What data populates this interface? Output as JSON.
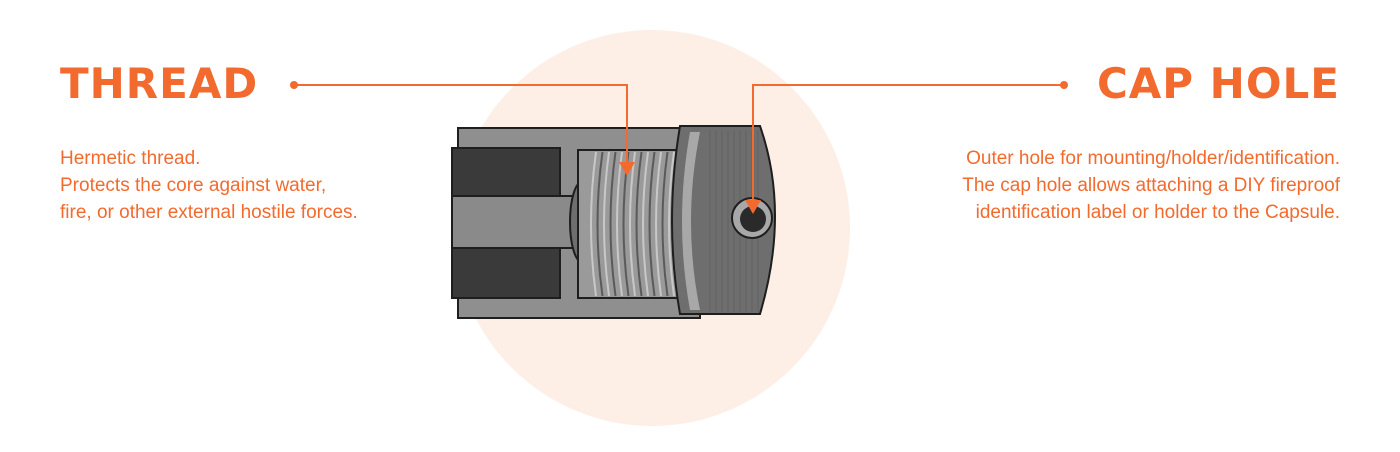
{
  "colors": {
    "accent": "#F26A2E",
    "halo": "#FDEEE6",
    "metal_dark": "#3A3A3A",
    "metal_mid": "#6E6E6E",
    "metal_light": "#A8A8A8",
    "metal_outline": "#1E1E1E"
  },
  "thread": {
    "title": "THREAD",
    "description": [
      "Hermetic thread.",
      "Protects the core against water,",
      "fire, or other external hostile forces."
    ]
  },
  "cap_hole": {
    "title": "CAP HOLE",
    "description": [
      "Outer hole for mounting/holder/identification.",
      "The cap hole allows attaching a DIY fireproof",
      "identification label or holder to the Capsule."
    ]
  },
  "illustration": {
    "icon": "capsule-cutaway-icon"
  }
}
